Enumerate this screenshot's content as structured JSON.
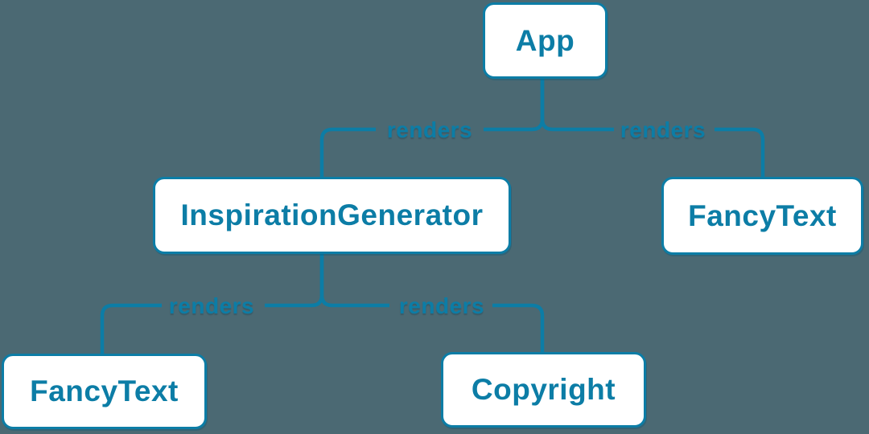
{
  "diagram": {
    "type": "component-tree",
    "colors": {
      "background": "#4B6973",
      "accent": "#0C7DA6",
      "node_fill": "#FFFFFF"
    },
    "nodes": [
      {
        "id": "app",
        "label": "App"
      },
      {
        "id": "inspiration-generator",
        "label": "InspirationGenerator"
      },
      {
        "id": "fancy-text-top",
        "label": "FancyText"
      },
      {
        "id": "fancy-text-bottom",
        "label": "FancyText"
      },
      {
        "id": "copyright",
        "label": "Copyright"
      }
    ],
    "edges": [
      {
        "from": "app",
        "to": "inspiration-generator",
        "label": "renders"
      },
      {
        "from": "app",
        "to": "fancy-text-top",
        "label": "renders"
      },
      {
        "from": "inspiration-generator",
        "to": "fancy-text-bottom",
        "label": "renders"
      },
      {
        "from": "inspiration-generator",
        "to": "copyright",
        "label": "renders"
      }
    ]
  }
}
